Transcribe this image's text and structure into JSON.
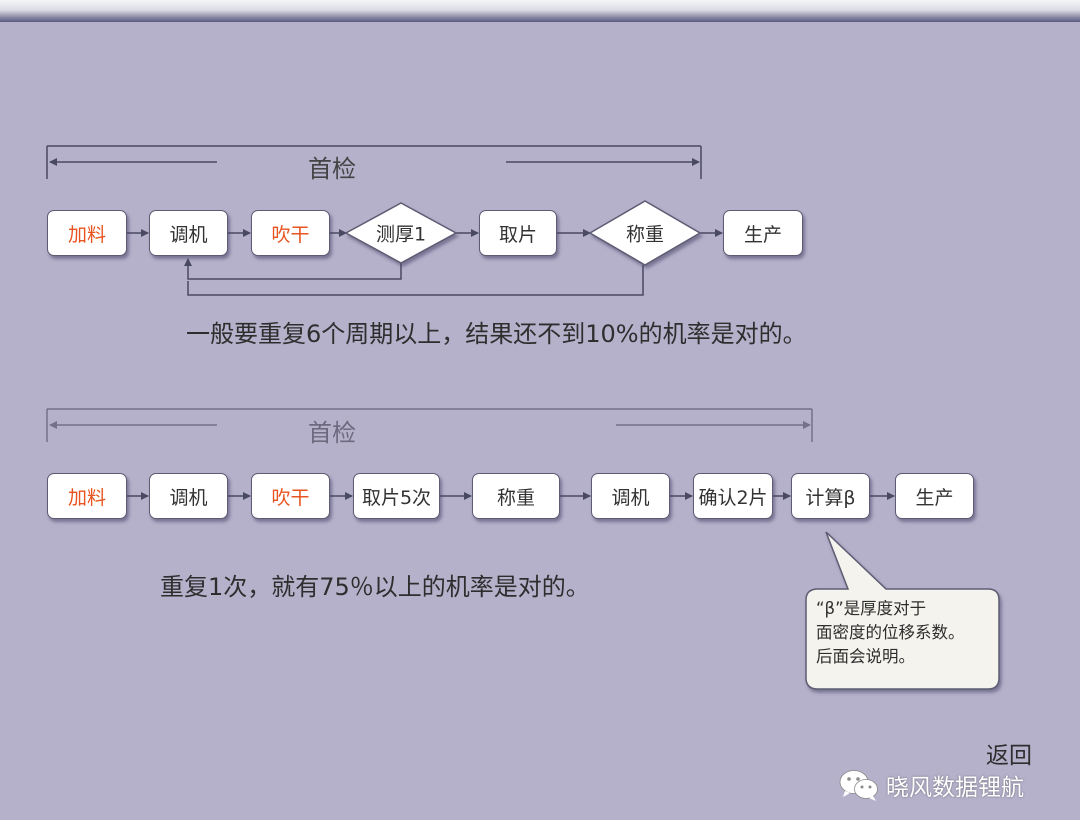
{
  "colors": {
    "background": "#b5b1cb",
    "accent_text": "#e8541f",
    "box_border": "#5d5c73",
    "connector": "#4a4962"
  },
  "flow1": {
    "section_title": "首检",
    "steps": {
      "add_material": "加料",
      "adjust_machine": "调机",
      "blow_dry": "吹干",
      "measure_thickness": "测厚1",
      "take_sample": "取片",
      "weigh": "称重",
      "produce": "生产"
    },
    "note": "一般要重复6个周期以上，结果还不到10%的机率是对的。"
  },
  "flow2": {
    "section_title": "首检",
    "steps": {
      "add_material": "加料",
      "adjust_machine": "调机",
      "blow_dry": "吹干",
      "take_samples": "取片5次",
      "weigh": "称重",
      "adjust_machine_2": "调机",
      "confirm": "确认2片",
      "compute_beta": "计算β",
      "produce": "生产"
    },
    "note": "重复1次，就有75％以上的机率是对的。"
  },
  "callout": {
    "line1": "“β”是厚度对于",
    "line2": "面密度的位移系数。",
    "line3": "后面会说明。"
  },
  "footer": {
    "back_link": "返回",
    "brand": "晓风数据锂航",
    "brand_icon": "wechat-icon"
  }
}
